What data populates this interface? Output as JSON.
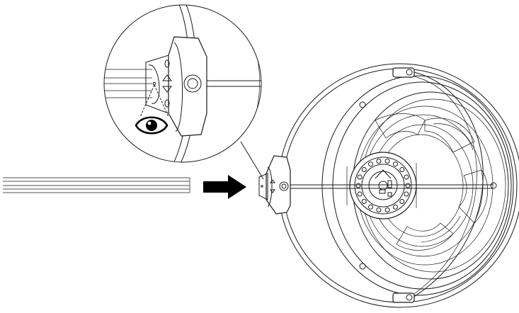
{
  "diagram": {
    "description_text": "",
    "colors": {
      "line": "#1a1a1a",
      "arrow": "#000000",
      "background": "#ffffff"
    },
    "icons": [
      "eye-icon",
      "right-arrow-icon"
    ],
    "elements": [
      "magnifier-callout",
      "indicator-bar",
      "direction-arrow",
      "fan-assembly",
      "side-hinge-bracket",
      "drive-rod"
    ]
  }
}
